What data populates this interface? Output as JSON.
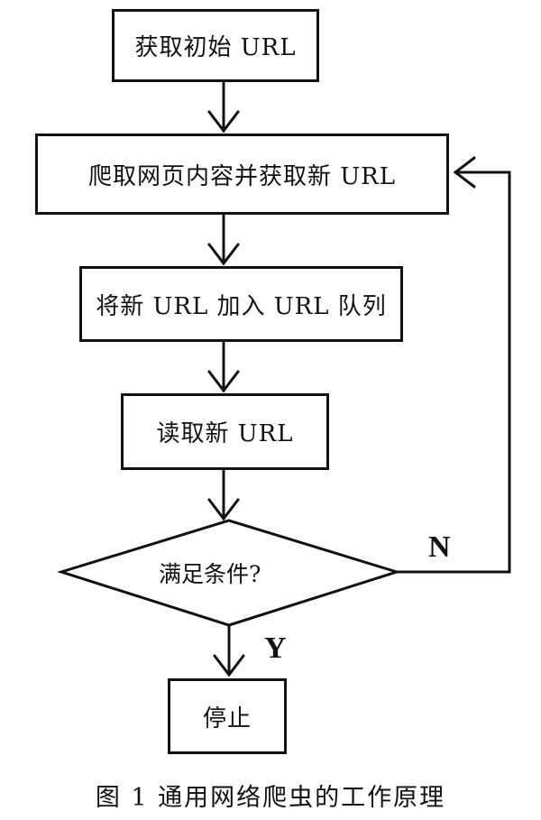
{
  "nodes": {
    "start": "获取初始 URL",
    "crawl": "爬取网页内容并获取新 URL",
    "enqueue": "将新 URL 加入 URL 队列",
    "read": "读取新 URL",
    "decision": "满足条件?",
    "stop": "停止"
  },
  "branches": {
    "no": "N",
    "yes": "Y"
  },
  "caption": "图 1 通用网络爬虫的工作原理"
}
